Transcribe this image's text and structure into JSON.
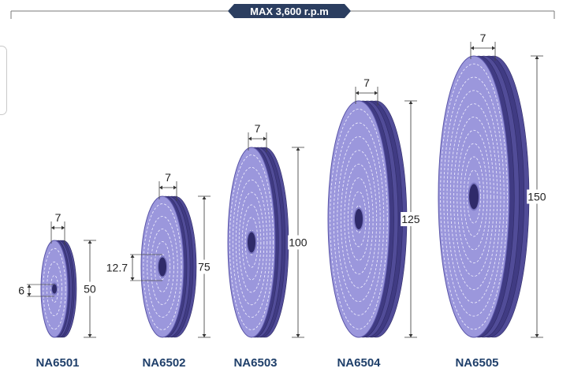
{
  "max_rpm_label": "MAX 3,600 r.p.m",
  "colors": {
    "face": "#9b97dc",
    "rim": "#514c98",
    "rim_dark": "#403b83",
    "stitch": "#f3f2ff",
    "label": "#1f3f6a",
    "badge": "#2b3e60"
  },
  "wheels": [
    {
      "model": "NA6501",
      "thickness": "7",
      "diameter": "50",
      "bore": "6"
    },
    {
      "model": "NA6502",
      "thickness": "7",
      "diameter": "75",
      "bore": "12.7"
    },
    {
      "model": "NA6503",
      "thickness": "7",
      "diameter": "100"
    },
    {
      "model": "NA6504",
      "thickness": "7",
      "diameter": "125"
    },
    {
      "model": "NA6505",
      "thickness": "7",
      "diameter": "150"
    }
  ]
}
